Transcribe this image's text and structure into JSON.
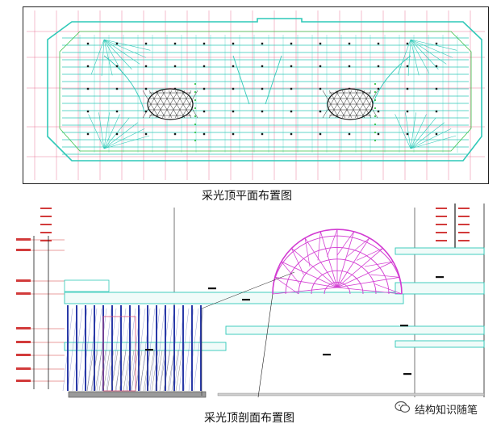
{
  "captions": {
    "plan": "采光顶平面布置图",
    "section": "采光顶剖面布置图"
  },
  "watermark": {
    "text": "结构知识随笔",
    "icon": "wechat-icon"
  },
  "colors": {
    "grid_cyan": "#2fc9b8",
    "grid_red": "#e0507a",
    "grid_green": "#39c24a",
    "dome_magenta": "#d23bd2",
    "dark_line": "#1a1a1a",
    "blue_hatch": "#2a3aa8"
  }
}
